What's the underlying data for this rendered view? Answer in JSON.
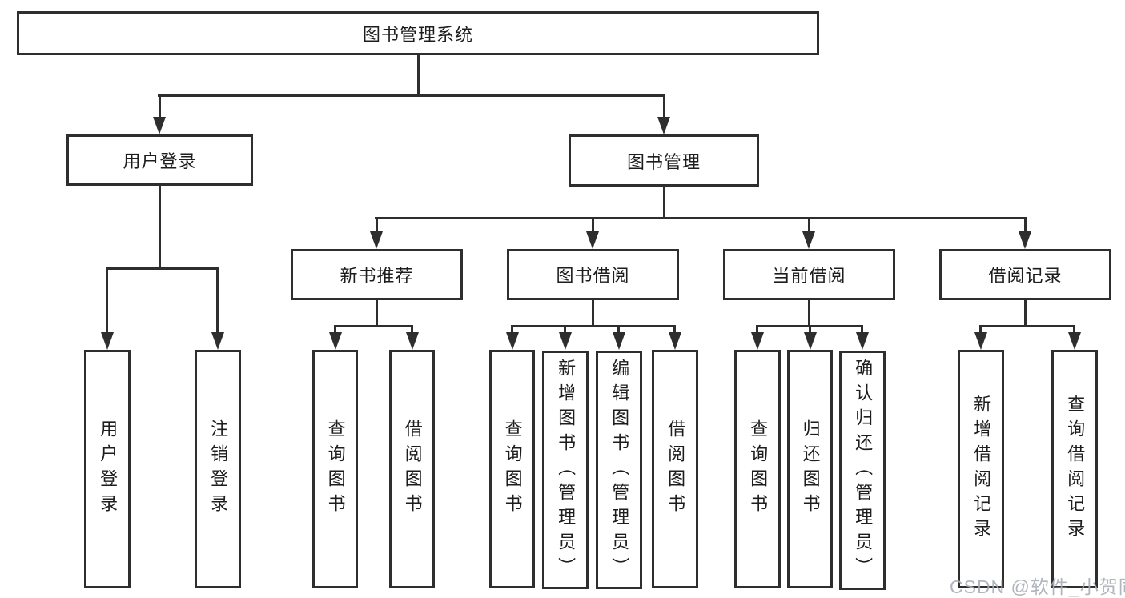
{
  "diagram": {
    "root": {
      "label": "图书管理系统",
      "children": [
        {
          "label": "用户登录",
          "children": [
            {
              "label": "用户登录"
            },
            {
              "label": "注销登录"
            }
          ]
        },
        {
          "label": "图书管理",
          "children": [
            {
              "label": "新书推荐",
              "children": [
                {
                  "label": "查询图书"
                },
                {
                  "label": "借阅图书"
                }
              ]
            },
            {
              "label": "图书借阅",
              "children": [
                {
                  "label": "查询图书"
                },
                {
                  "label": "新增图书（管理员）"
                },
                {
                  "label": "编辑图书（管理员）"
                },
                {
                  "label": "借阅图书"
                }
              ]
            },
            {
              "label": "当前借阅",
              "children": [
                {
                  "label": "查询图书"
                },
                {
                  "label": "归还图书"
                },
                {
                  "label": "确认归还（管理员）"
                }
              ]
            },
            {
              "label": "借阅记录",
              "children": [
                {
                  "label": "新增借阅记录"
                },
                {
                  "label": "查询借阅记录"
                }
              ]
            }
          ]
        }
      ]
    }
  },
  "watermark": {
    "text": "CSDN @软件_小贺同学"
  },
  "colors": {
    "line": "#2e2e2e",
    "text": "#1d1d1f",
    "box_background": "#ffffff",
    "page_background": "#ffffff",
    "watermark": "#a9adb8"
  }
}
